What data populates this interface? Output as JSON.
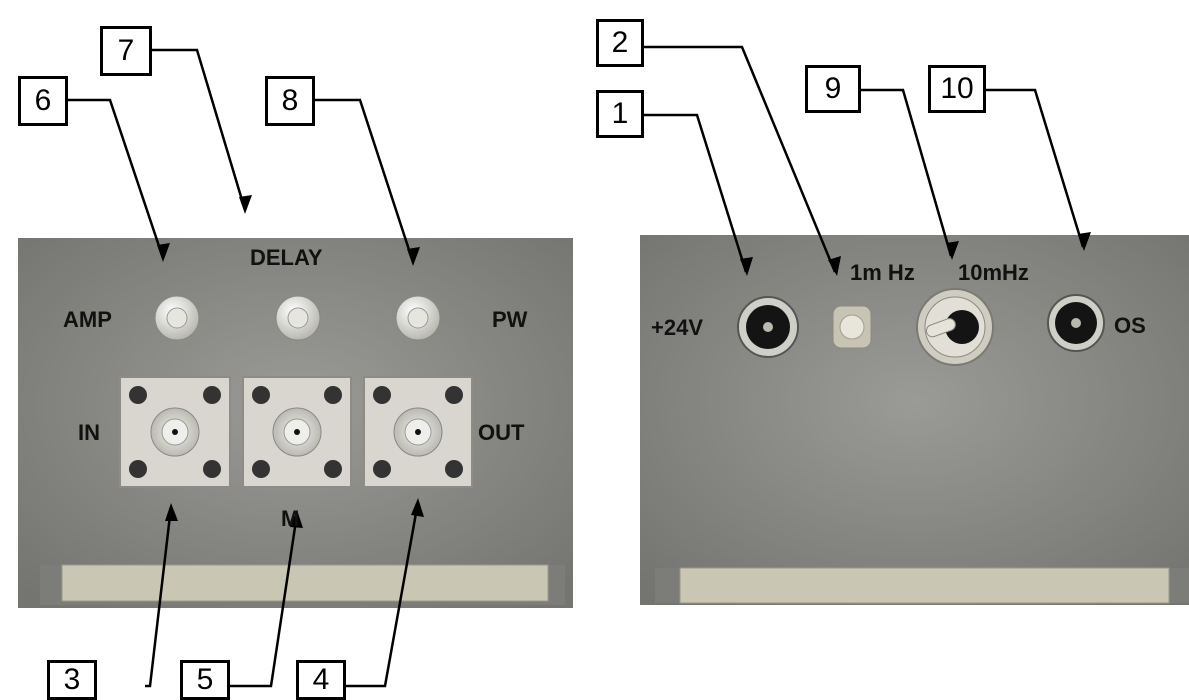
{
  "left_panel": {
    "labels": {
      "delay": "DELAY",
      "amp": "AMP",
      "pw": "PW",
      "in": "IN",
      "out": "OUT",
      "m": "M"
    }
  },
  "right_panel": {
    "labels": {
      "v24": "+24V",
      "f1": "1m Hz",
      "f10": "10mHz",
      "os": "OS"
    }
  },
  "callouts": [
    "1",
    "2",
    "3",
    "4",
    "5",
    "6",
    "7",
    "8",
    "9",
    "10"
  ],
  "colors": {
    "panel_metal": "#8a8a86",
    "foot": "#c9c6b4",
    "connector": "#d8d6cf",
    "jack": "#141414"
  }
}
